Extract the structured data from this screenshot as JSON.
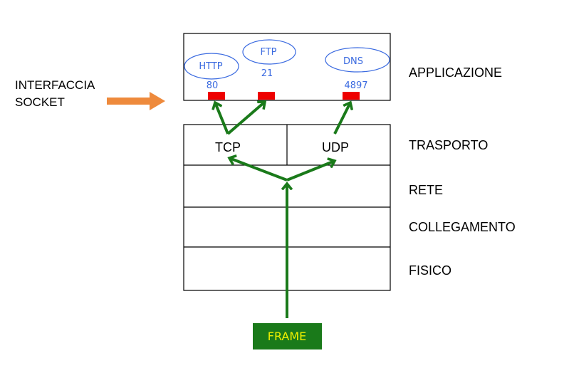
{
  "colors": {
    "flow": "#1a7a1a",
    "socket": "#ee0000",
    "interface_arrow": "#ee8a3c",
    "app_text": "#3a6ae0",
    "frame_bg": "#1a7a1a",
    "frame_text": "#f0f000",
    "border": "#000000"
  },
  "interface_label": {
    "line1": "INTERFACCIA",
    "line2": "SOCKET"
  },
  "layers": {
    "application": "APPLICAZIONE",
    "transport": "TRASPORTO",
    "network": "RETE",
    "link": "COLLEGAMENTO",
    "physical": "FISICO"
  },
  "apps": [
    {
      "name": "HTTP",
      "port": "80"
    },
    {
      "name": "FTP",
      "port": "21"
    },
    {
      "name": "DNS",
      "port": "4897"
    }
  ],
  "transport_protocols": {
    "tcp": "TCP",
    "udp": "UDP"
  },
  "frame_label": "FRAME"
}
